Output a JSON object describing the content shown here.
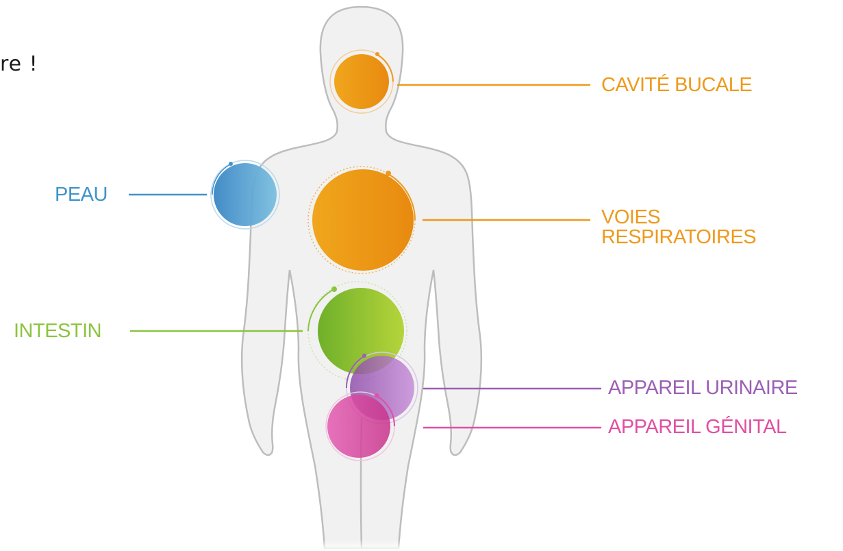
{
  "snippet_text": "re !",
  "colors": {
    "orange": "#ee9a1c",
    "blue": "#3f94c9",
    "green": "#8bc43f",
    "purple": "#9b5fb5",
    "pink": "#e04fa3",
    "body_fill": "#f1f1f1",
    "body_stroke": "#bdbdbd"
  },
  "labels": {
    "cavite_buccale": "CAVITÉ BUCALE",
    "peau": "PEAU",
    "voies_line1": "VOIES",
    "voies_line2": "RESPIRATOIRES",
    "intestin": "INTESTIN",
    "appareil_urinaire": "APPAREIL URINAIRE",
    "appareil_genital": "APPAREIL GÉNITAL"
  }
}
